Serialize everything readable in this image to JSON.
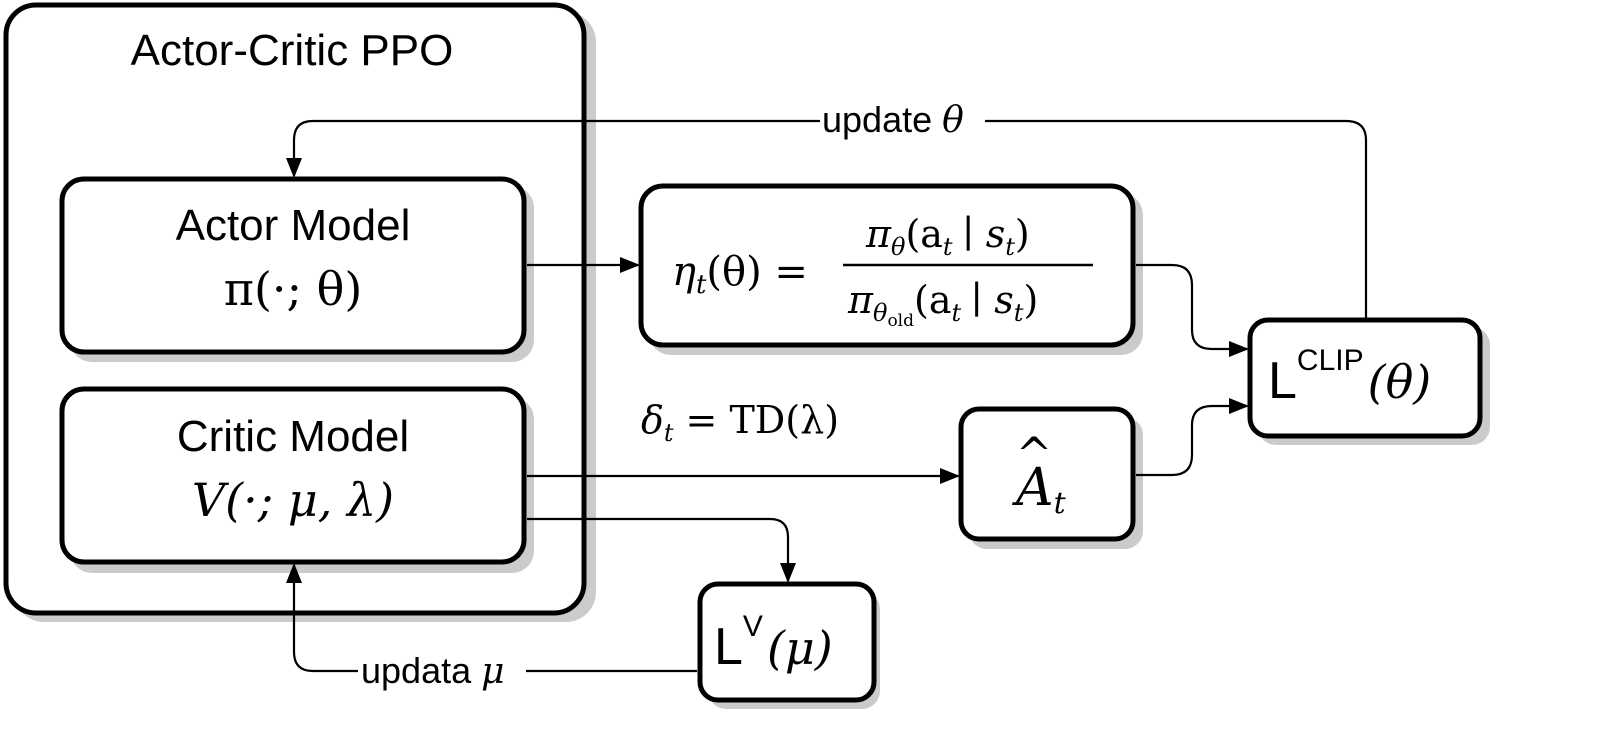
{
  "container": {
    "title": "Actor-Critic PPO"
  },
  "actor": {
    "title": "Actor Model",
    "formula": "π(·; θ)"
  },
  "critic": {
    "title": "Critic Model",
    "formula": "V(·; μ, λ)"
  },
  "ratio": {
    "lhs": "η",
    "lhs_sub": "t",
    "lhs_arg": "(θ) =",
    "num_pi": "π",
    "num_sub": "θ",
    "num_arg": "(a",
    "num_a_sub": "t",
    "num_bar": "∣ s",
    "num_s_sub": "t",
    "num_close": ")",
    "den_pi": "π",
    "den_sub": "θ",
    "den_subsub": "old",
    "den_arg": "(a",
    "den_a_sub": "t",
    "den_bar": "∣ s",
    "den_s_sub": "t",
    "den_close": ")"
  },
  "clip_loss": {
    "L": "L",
    "sup": "CLIP",
    "arg": "(θ)"
  },
  "advantage": {
    "symbol": "A",
    "hat": "^",
    "sub": "t"
  },
  "value_loss": {
    "L": "L",
    "sup": "V",
    "arg": "(μ)"
  },
  "td": {
    "delta": "δ",
    "sub": "t",
    "eq": "= TD(λ)"
  },
  "update_theta": {
    "text": "update",
    "symbol": "θ"
  },
  "update_mu": {
    "text": "updata",
    "symbol": "μ"
  }
}
